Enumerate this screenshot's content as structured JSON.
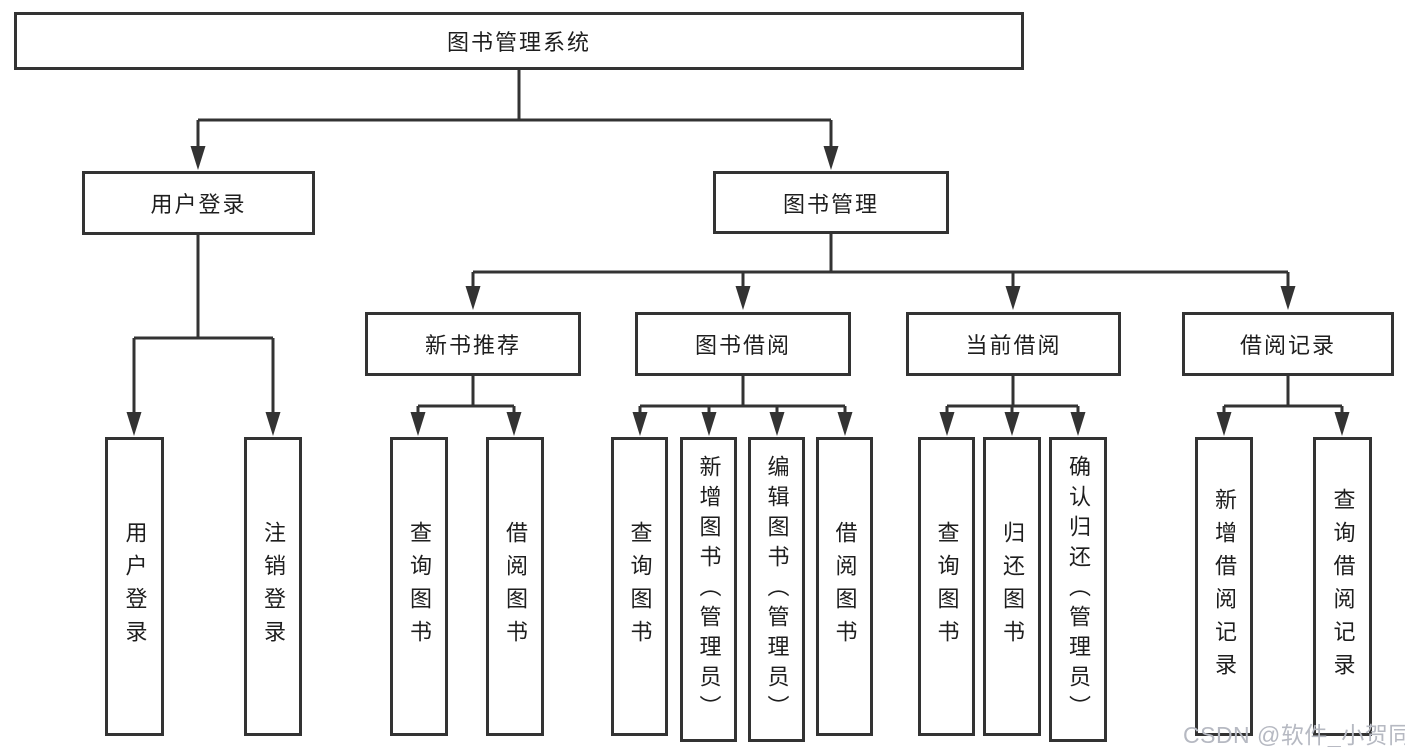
{
  "diagram_type": "functional-structure-tree",
  "colors": {
    "line": "#333333",
    "box_border": "#333333",
    "text": "#1e1e1e",
    "background": "#ffffff",
    "watermark": "#b6b9c2"
  },
  "tree": {
    "root": {
      "label": "图书管理系统",
      "children": [
        {
          "label": "用户登录",
          "children": [
            {
              "label": "用户登录"
            },
            {
              "label": "注销登录"
            }
          ]
        },
        {
          "label": "图书管理",
          "children": [
            {
              "label": "新书推荐",
              "children": [
                {
                  "label": "查询图书"
                },
                {
                  "label": "借阅图书"
                }
              ]
            },
            {
              "label": "图书借阅",
              "children": [
                {
                  "label": "查询图书"
                },
                {
                  "label": "新增图书（管理员）"
                },
                {
                  "label": "编辑图书（管理员）"
                },
                {
                  "label": "借阅图书"
                }
              ]
            },
            {
              "label": "当前借阅",
              "children": [
                {
                  "label": "查询图书"
                },
                {
                  "label": "归还图书"
                },
                {
                  "label": "确认归还（管理员）"
                }
              ]
            },
            {
              "label": "借阅记录",
              "children": [
                {
                  "label": "新增借阅记录"
                },
                {
                  "label": "查询借阅记录"
                }
              ]
            }
          ]
        }
      ]
    }
  },
  "watermark": {
    "text": "CSDN @软件_小贺同学"
  }
}
